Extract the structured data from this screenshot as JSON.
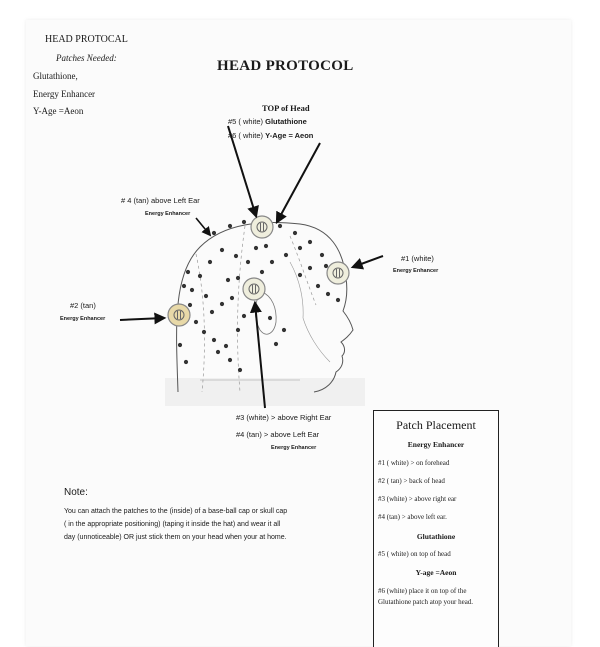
{
  "header": {
    "small_title": "HEAD PROTOCAL",
    "patches_needed": "Patches Needed:",
    "patches": [
      "Glutathione,",
      "Energy Enhancer",
      "Y-Age =Aeon"
    ],
    "main_title": "HEAD PROTOCOL"
  },
  "top_of_head": {
    "title": "TOP of Head",
    "line1_prefix": "#5 ( white)",
    "line1_name": "Glutathione",
    "line2_prefix": "#6 ( white)",
    "line2_name": "Y-Age = Aeon"
  },
  "labels": {
    "n4_text": "# 4  (tan) above Left Ear",
    "n4_sub": "Energy Enhancer",
    "n1_text": "#1 (white)",
    "n1_sub": "Energy Enhancer",
    "n2_text": "#2 (tan)",
    "n2_sub": "Energy Enhancer",
    "n3_line1": "#3 (white) > above Right Ear",
    "n3_line2": "#4 (tan)  >  above  Left Ear",
    "n3_sub": "Energy Enhancer"
  },
  "note": {
    "title": "Note:",
    "text": "You can attach the patches to the (inside) of a base-ball cap or skull cap ( in the appropriate positioning) (taping it inside the hat) and wear it all day (unnoticeable) OR just stick them on your head when your at home."
  },
  "patch_placement": {
    "title": "Patch Placement",
    "energy_head": "Energy Enhancer",
    "energy_items": [
      "#1 ( white) >  on forehead",
      "#2  ( tan)  > back of head",
      "#3 (white)  > above right ear",
      "#4 (tan)  >  above left ear."
    ],
    "gluta_head": "Glutathione",
    "gluta_item": "#5 ( white) on top of head",
    "yage_head": "Y-age =Aeon",
    "yage_item": "#6  (white)  place  it on top of the Glutathione patch atop your head."
  },
  "colors": {
    "patch_white": "#efeedd",
    "patch_tan": "#e8d9a8",
    "ink": "#1a1a1a",
    "dot": "#333333"
  }
}
